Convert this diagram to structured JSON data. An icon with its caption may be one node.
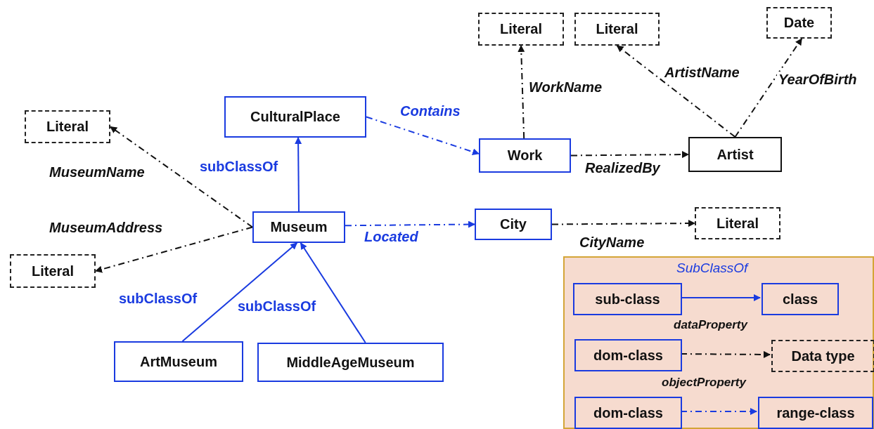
{
  "diagram": {
    "nodes": [
      {
        "text": [
          "Literal"
        ]
      },
      {
        "text": [
          "Literal"
        ]
      },
      {
        "text": [
          "Date"
        ]
      },
      {
        "text": [
          "CulturalPlace"
        ]
      },
      {
        "text": [
          "Literal"
        ]
      },
      {
        "text": [
          "Work"
        ]
      },
      {
        "text": [
          "Artist"
        ]
      },
      {
        "text": [
          "Museum"
        ]
      },
      {
        "text": [
          "City"
        ]
      },
      {
        "text": [
          "Literal"
        ]
      },
      {
        "text": [
          "Literal"
        ]
      },
      {
        "text": [
          "ArtMuseum"
        ]
      },
      {
        "text": [
          "MiddleAgeMuseum"
        ]
      },
      {
        "text": [],
        "shape": "box"
      },
      {
        "text": [
          "sub-class"
        ],
        "in": 13
      },
      {
        "text": [
          "class"
        ],
        "in": 13
      },
      {
        "text": [
          "dom-class"
        ],
        "in": 13
      },
      {
        "text": [
          "Data type"
        ],
        "in": 13
      },
      {
        "text": [
          "dom-class"
        ],
        "in": 13
      },
      {
        "text": [
          "range-class"
        ],
        "in": 13
      }
    ],
    "edges": [
      {
        "from": 5,
        "to": 0,
        "arrow": "to",
        "label": "WorkName",
        "style": "dashed"
      },
      {
        "from": 6,
        "to": 1,
        "arrow": "to",
        "label": "ArtistName",
        "style": "dashed"
      },
      {
        "from": 6,
        "to": 2,
        "arrow": "to",
        "label": "YearOfBirth",
        "style": "dashed"
      },
      {
        "from": 3,
        "to": 5,
        "arrow": "to",
        "label": "Contains",
        "style": "dashed",
        "color": "#1a3be0"
      },
      {
        "from": 5,
        "to": 6,
        "arrow": "to",
        "label": "RealizedBy",
        "style": "dashed"
      },
      {
        "from": 7,
        "to": 3,
        "arrow": "to",
        "label": "subClassOf",
        "color": "#1a3be0"
      },
      {
        "from": 7,
        "to": 4,
        "arrow": "to",
        "label": "MuseumName",
        "style": "dashed"
      },
      {
        "from": 7,
        "to": 10,
        "arrow": "to",
        "label": "MuseumAddress",
        "style": "dashed"
      },
      {
        "from": 7,
        "to": 8,
        "arrow": "to",
        "label": "Located",
        "style": "dashed",
        "color": "#1a3be0"
      },
      {
        "from": 8,
        "to": 9,
        "arrow": "to",
        "label": "CityName",
        "style": "dashed"
      },
      {
        "from": 11,
        "to": 7,
        "arrow": "to",
        "label": "subClassOf",
        "color": "#1a3be0"
      },
      {
        "from": 12,
        "to": 7,
        "arrow": "to",
        "label": "subClassOf",
        "color": "#1a3be0"
      },
      {
        "from": 14,
        "to": 15,
        "arrow": "to",
        "color": "#1a3be0"
      },
      {
        "from": 16,
        "to": 17,
        "arrow": "to",
        "style": "dashed"
      },
      {
        "from": 18,
        "to": 19,
        "arrow": "to",
        "style": "dashed",
        "color": "#1a3be0"
      }
    ],
    "labels": [
      "SubClassOf",
      "dataProperty",
      "objectProperty"
    ]
  }
}
